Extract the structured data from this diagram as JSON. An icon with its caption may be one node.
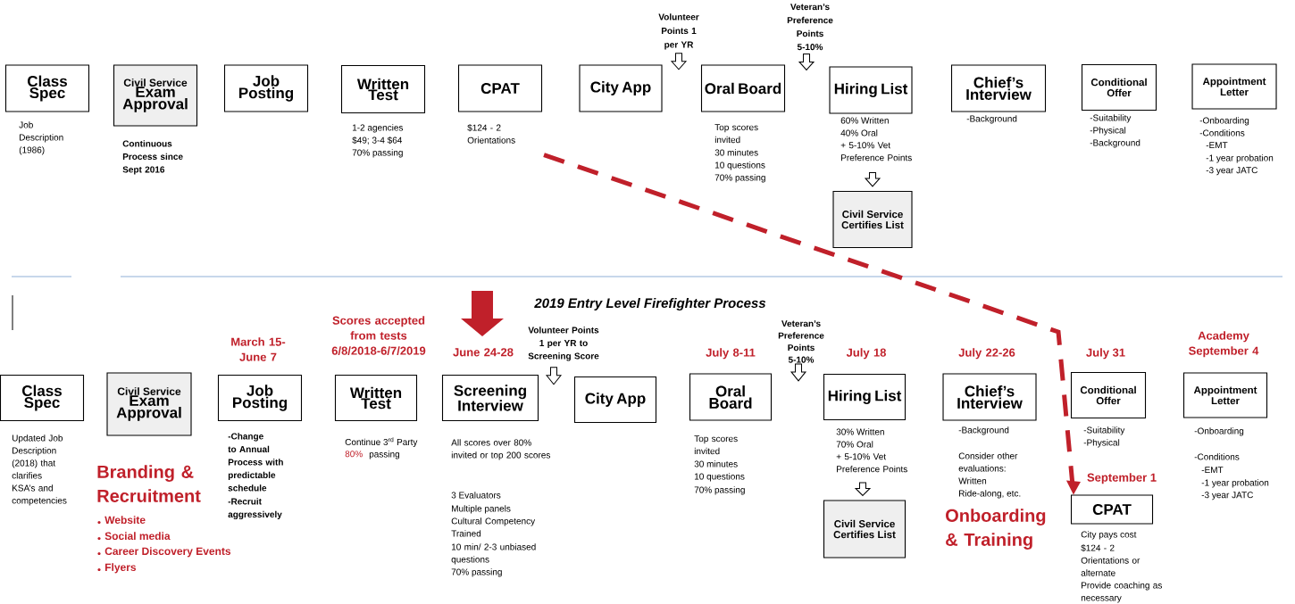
{
  "diagram": {
    "title": "2019 Entry Level Firefighter Process",
    "nodes": [
      {
        "text": [
          "Class Spec"
        ],
        "beside": [
          "Job Description (1986)"
        ]
      },
      {
        "text": [
          "Civil Service",
          "Exam Approval"
        ],
        "beside": [
          "Continuous Process since Sept 2016"
        ]
      },
      {
        "text": [
          "Job Posting"
        ]
      },
      {
        "text": [
          "Written Test"
        ],
        "beside": [
          "1-2 agencies",
          "$49; 3-4 $64",
          "70% passing"
        ]
      },
      {
        "text": [
          "CPAT"
        ],
        "beside": [
          "$124 - 2 Orientations"
        ]
      },
      {
        "text": [
          "City App"
        ]
      },
      {
        "text": [
          "Oral Board"
        ],
        "beside": [
          "Top scores invited",
          "30 minutes",
          "10 questions",
          "70% passing"
        ]
      },
      {
        "text": [
          "Hiring List"
        ],
        "beside": [
          "60% Written",
          "40% Oral",
          "+ 5-10% Vet Preference Points"
        ]
      },
      {
        "text": [
          "Civil Service Certifies List"
        ]
      },
      {
        "text": [
          "Chief’s Interview"
        ],
        "beside": [
          "-Background"
        ]
      },
      {
        "text": [
          "Conditional Offer"
        ],
        "beside": [
          "-Suitability",
          "-Physical",
          "-Background"
        ]
      },
      {
        "text": [
          "Appointment Letter"
        ],
        "beside": [
          "-Onboarding",
          "-Conditions",
          "-EMT",
          "-1 year probation",
          "-3 year JATC"
        ]
      },
      {
        "text": [
          "Class Spec"
        ],
        "beside": [
          "Updated Job Description (2018) that clarifies KSA’s and competencies"
        ]
      },
      {
        "text": [
          "Civil Service",
          "Exam Approval"
        ]
      },
      {
        "text": [
          "Job Posting"
        ],
        "beside": [
          "March 15- June 7",
          "-Change to Annual Process with predictable schedule",
          "-Recruit aggressively"
        ]
      },
      {
        "text": [
          "Written Test"
        ],
        "beside": [
          "Scores accepted from tests 6/8/2018-6/7/2019",
          "Continue 3$^{rd}$ Party",
          "80%",
          "passing"
        ]
      },
      {
        "text": [
          "Screening Interview"
        ],
        "beside": [
          "June 24-28",
          "All scores over 80% invited or top 200 scores",
          "3 Evaluators",
          "Multiple panels",
          "Cultural Competency Trained",
          "10 min/ 2-3 unbiased questions",
          "70% passing"
        ]
      },
      {
        "text": [
          "City App"
        ]
      },
      {
        "text": [
          "Oral Board"
        ],
        "beside": [
          "July 8-11",
          "Top scores invited",
          "30 minutes",
          "10 questions",
          "70% passing"
        ]
      },
      {
        "text": [
          "Hiring List"
        ],
        "beside": [
          "July 18",
          "30% Written",
          "70% Oral",
          "+ 5-10% Vet Preference Points"
        ]
      },
      {
        "text": [
          "Civil Service Certifies List"
        ]
      },
      {
        "text": [
          "Chief’s Interview"
        ],
        "beside": [
          "July 22-26",
          "-Background",
          "Consider other evaluations:",
          "Written",
          "Ride-along, etc."
        ]
      },
      {
        "text": [
          "Conditional Offer"
        ],
        "beside": [
          "July 31",
          "-Suitability",
          "-Physical"
        ]
      },
      {
        "text": [
          "CPAT"
        ],
        "beside": [
          "September 1",
          "City pays cost",
          "$124 - 2 Orientations or alternate",
          "Provide coaching as necessary"
        ]
      },
      {
        "text": [
          "Appointment Letter"
        ],
        "beside": [
          "Academy September 4",
          "-Onboarding",
          "-Conditions",
          "-EMT",
          "-1 year probation",
          "-3 year JATC"
        ]
      },
      {
        "text": [
          "Volunteer Points 1 per YR"
        ]
      },
      {
        "text": [
          "Veteran’s Preference Points 5-10%"
        ]
      },
      {
        "text": [
          "Volunteer Points 1 per YR to Screening Score"
        ]
      },
      {
        "text": [
          "Veteran’s Preference Points 5-10%"
        ]
      }
    ],
    "edges": [
      {
        "from": 25,
        "to": null,
        "arrow": "to"
      },
      {
        "from": 26,
        "to": null,
        "arrow": "to"
      },
      {
        "from": 7,
        "to": 8,
        "arrow": "to"
      },
      {
        "from": 4,
        "to": 23,
        "arrow": "to",
        "style": "dashed",
        "color": "#c0202a"
      },
      {
        "from": null,
        "to": 16,
        "arrow": "to",
        "style": "thick",
        "color": "#c0202a"
      },
      {
        "from": 27,
        "to": null,
        "arrow": "to"
      },
      {
        "from": 28,
        "to": null,
        "arrow": "to"
      },
      {
        "from": 19,
        "to": 20,
        "arrow": "to"
      }
    ],
    "labels": [
      "Branding & Recruitment",
      "Website",
      "Social media",
      "Career Discovery Events",
      "Flyers",
      "Onboarding & Training"
    ]
  }
}
